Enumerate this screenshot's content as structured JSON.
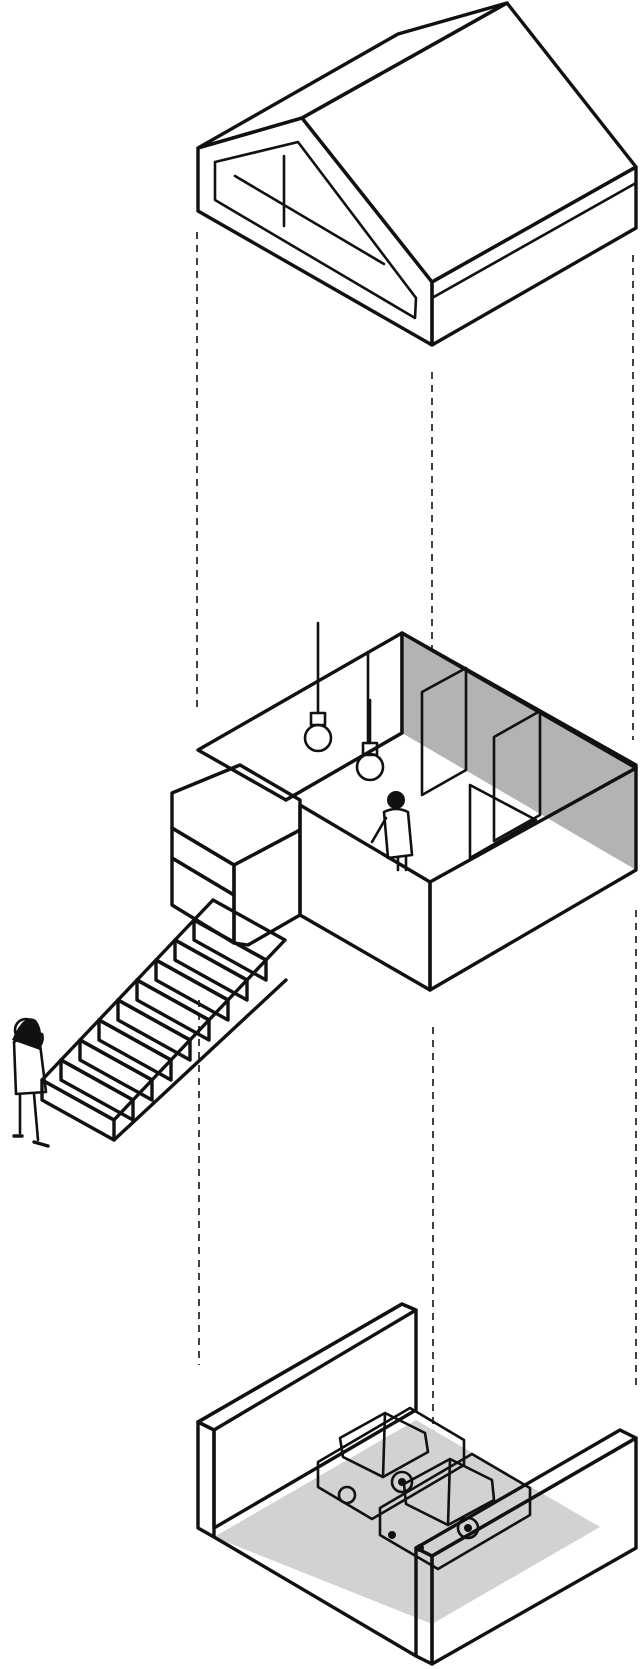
{
  "diagram": {
    "type": "exploded-axonometric",
    "colors": {
      "stroke": "#111111",
      "background": "#ffffff",
      "shade_dark": "#b3b3b3",
      "shade_mid": "#d2d2d2",
      "shade_light": "#e6e6e6"
    },
    "layers": [
      {
        "name": "roof",
        "icon": "gable-roof-icon"
      },
      {
        "name": "living-floor",
        "icon": "room-with-lamps-icon"
      },
      {
        "name": "garage",
        "icon": "garage-with-cars-icon"
      }
    ],
    "figures": [
      "person-on-stairs",
      "person-in-room"
    ],
    "cars": 2,
    "lamps": 2
  }
}
